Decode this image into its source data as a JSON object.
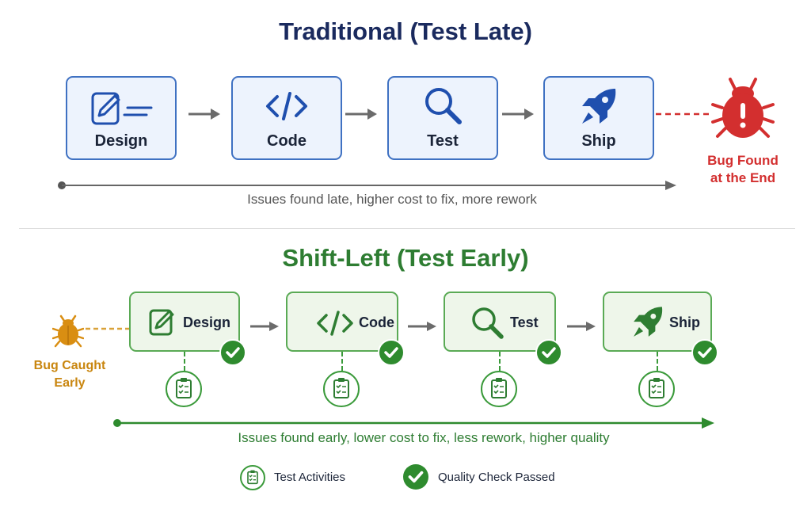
{
  "traditional": {
    "title": "Traditional (Test Late)",
    "steps": [
      {
        "label": "Design",
        "icon": "design-icon"
      },
      {
        "label": "Code",
        "icon": "code-icon"
      },
      {
        "label": "Test",
        "icon": "magnifier-icon"
      },
      {
        "label": "Ship",
        "icon": "rocket-icon"
      }
    ],
    "bug_label_line1": "Bug Found",
    "bug_label_line2": "at the End",
    "bug_icon": "bug-alert-icon",
    "timeline_note": "Issues found late, higher cost to fix, more rework",
    "accent_color": "#3f71c2",
    "bug_color": "#d32f2f"
  },
  "shift_left": {
    "title": "Shift-Left (Test Early)",
    "steps": [
      {
        "label": "Design",
        "icon": "design-icon"
      },
      {
        "label": "Code",
        "icon": "code-icon"
      },
      {
        "label": "Test",
        "icon": "magnifier-icon"
      },
      {
        "label": "Ship",
        "icon": "rocket-icon"
      }
    ],
    "bug_label_line1": "Bug Caught",
    "bug_label_line2": "Early",
    "bug_icon": "bug-icon",
    "timeline_note": "Issues found early, lower cost to fix, less rework, higher quality",
    "accent_color": "#2e8b2e",
    "bug_color": "#c9860f"
  },
  "legend": {
    "test_activities": "Test Activities",
    "quality_check": "Quality Check Passed"
  }
}
